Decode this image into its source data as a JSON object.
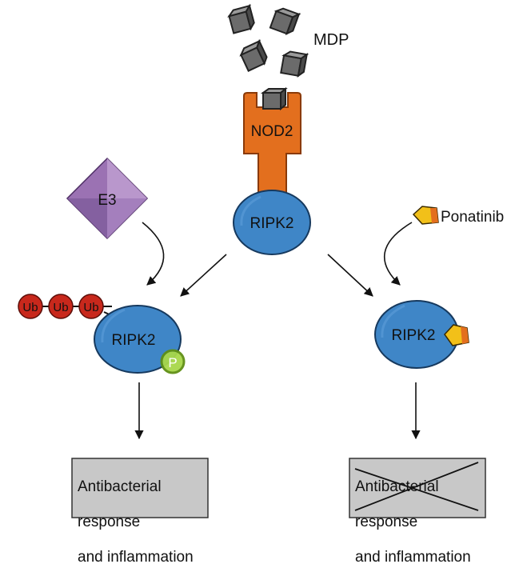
{
  "labels": {
    "mdp": "MDP",
    "nod2": "NOD2",
    "ripk2_top": "RIPK2",
    "e3": "E3",
    "ponatinib": "Ponatinib",
    "ripk2_left": "RIPK2",
    "ripk2_right": "RIPK2",
    "ub": [
      "Ub",
      "Ub",
      "Ub"
    ],
    "phospho": "P"
  },
  "outcomes": {
    "left": [
      "Antibacterial",
      "response",
      "and inflammation"
    ],
    "right": [
      "Antibacterial",
      "response",
      "and inflammation"
    ]
  },
  "colors": {
    "nod2": "#e36f1e",
    "nod2_stroke": "#8a3a08",
    "ripk2": "#3f86c7",
    "ripk2_stroke": "#16395e",
    "e3": "#9b72b3",
    "e3_light": "#c4a6d6",
    "ub": "#c8281c",
    "phospho": "#a8d84a",
    "ponatinib": "#f2c019",
    "box": "#c8c8c8",
    "mdp": "#6b6b6b"
  }
}
